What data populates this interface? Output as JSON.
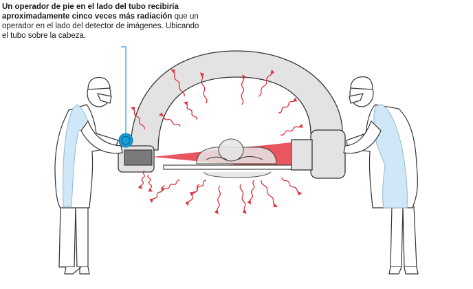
{
  "caption": {
    "bold_text": "Un operador de pie en el lado del tubo recibiría aproximadamente cinco veces más radiación",
    "regular_text": " que un operador en el lado del detector de imágenes. Ubicando el tubo sobre la cabeza."
  },
  "colors": {
    "radiation": "#e0303c",
    "beam": "#e8444f",
    "carm_fill": "#e3e3e3",
    "outline": "#333333",
    "apron": "#cfe7f7",
    "apron_stroke": "#8fb8d8",
    "marker": "#1a9ed9",
    "background": "#ffffff"
  },
  "icons": {
    "scatter_arrows": "wavy-arrow",
    "operator_left": "standing-operator-with-lead-apron",
    "operator_right": "standing-operator-with-lead-apron",
    "tube_marker": "circle-highlight"
  }
}
